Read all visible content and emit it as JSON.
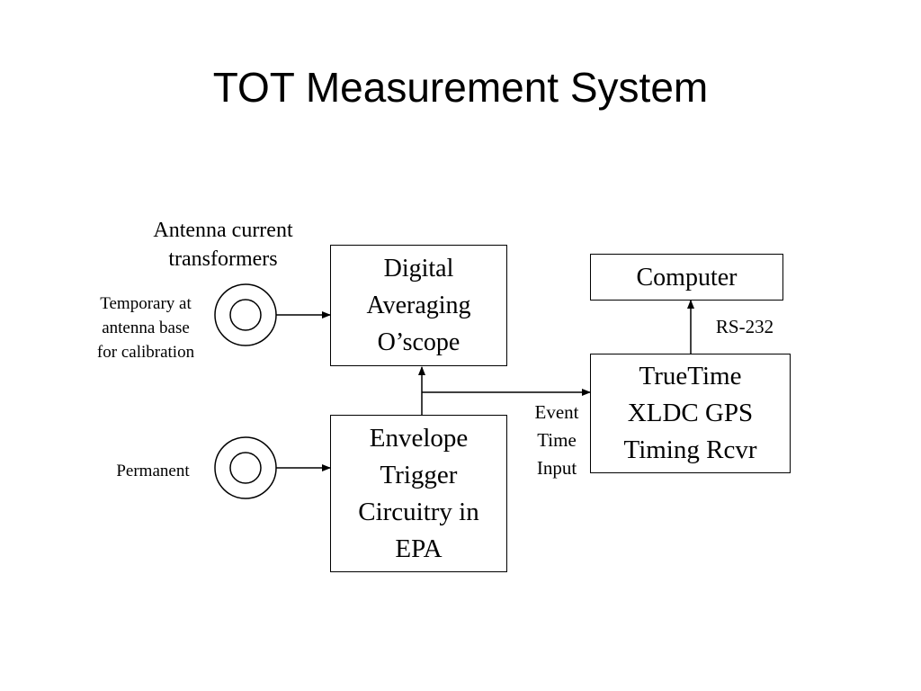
{
  "title": "TOT Measurement System",
  "blocks": {
    "oscope": "Digital\nAveraging\nO’scope",
    "envelope": "Envelope\nTrigger\nCircuitry in\nEPA",
    "computer": "Computer",
    "gps": "TrueTime\nXLDC GPS\nTiming Rcvr"
  },
  "labels": {
    "antenna_ct": "Antenna current\ntransformers",
    "temporary": "Temporary at\nantenna base\nfor calibration",
    "permanent": "Permanent",
    "rs232": "RS-232",
    "event_time": "Event\nTime\nInput"
  }
}
